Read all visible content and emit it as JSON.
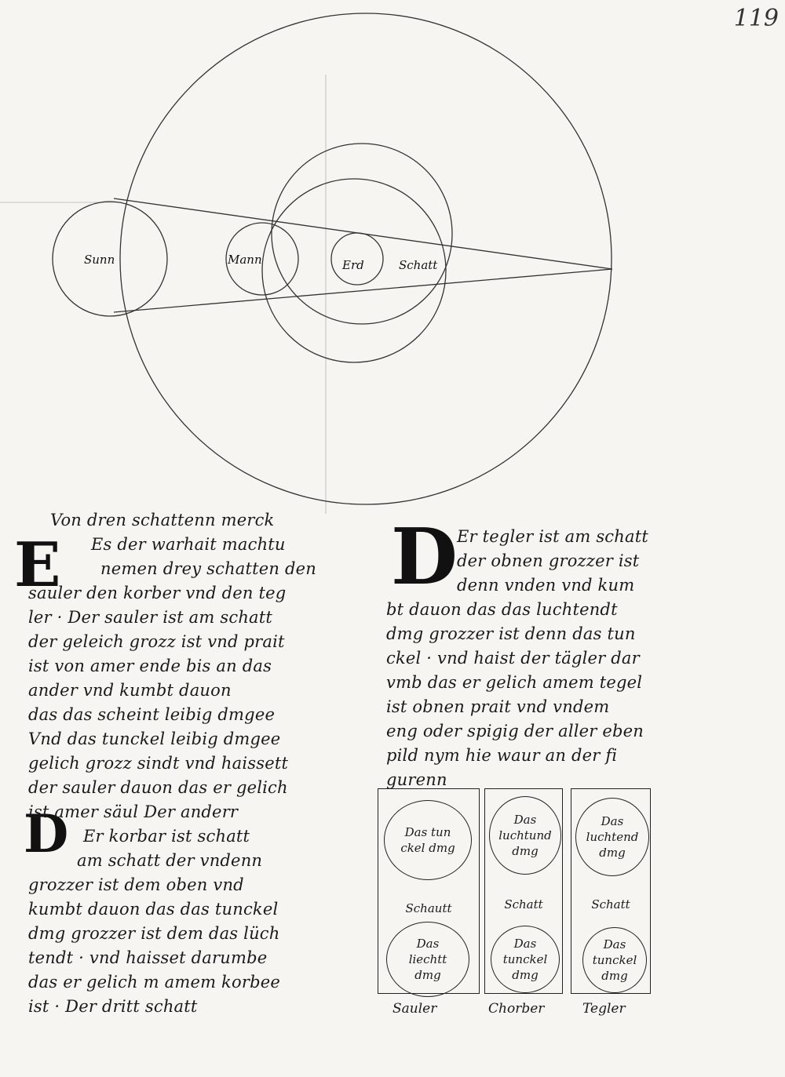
{
  "folio": "119",
  "diagram": {
    "labels": {
      "sun": "Sunn",
      "moon": "Mann",
      "earth": "Erd",
      "shadow": "Schatt"
    }
  },
  "left_column": {
    "initials": [
      "E",
      "D"
    ],
    "lines": [
      "Von dren schattenn merck",
      "Es der warhait machtu",
      "nemen drey schatten den",
      "sauler den korber vnd den teg",
      "ler · Der sauler ist am schatt",
      "der geleich grozz ist vnd prait",
      "ist von amer ende bis an das",
      "ander vnd kumbt dauon",
      "das das scheint leibig dmgee",
      "Vnd das tunckel leibig dmgee",
      "gelich grozz sindt vnd haissett",
      "der sauler dauon das er gelich",
      "ist amer säul Der anderr",
      "Er korbar ist schatt",
      "am schatt der vndenn",
      "grozzer ist dem oben vnd",
      "kumbt dauon das das tunckel",
      "dmg grozzer ist dem das lüch",
      "tendt · vnd haisset darumbe",
      "das er gelich m amem korbee",
      "ist · Der dritt schatt"
    ]
  },
  "right_column": {
    "initial": "D",
    "lines": [
      "Er tegler ist am schatt",
      "der obnen grozzer ist",
      "denn vnden vnd kum",
      "bt dauon das das luchtendt",
      "dmg grozzer ist denn das tun",
      "ckel · vnd haist der tägler dar",
      "vmb das er gelich amem tegel",
      "ist obnen prait vnd vndem",
      "eng oder spigig der aller eben",
      "pild nym hie waur an der fi",
      "gurenn"
    ]
  },
  "figures": [
    {
      "top_circle": [
        "Das tun",
        "ckel dmg"
      ],
      "middle": "Schautt",
      "bottom_circle": [
        "Das",
        "liechtt",
        "dmg"
      ],
      "caption": "Sauler"
    },
    {
      "top_circle": [
        "Das",
        "luchtund",
        "dmg"
      ],
      "middle": "Schatt",
      "bottom_circle": [
        "Das",
        "tunckel",
        "dmg"
      ],
      "caption": "Chorber"
    },
    {
      "top_circle": [
        "Das",
        "luchtend",
        "dmg"
      ],
      "middle": "Schatt",
      "bottom_circle": [
        "Das",
        "tunckel",
        "dmg"
      ],
      "caption": "Tegler"
    }
  ]
}
